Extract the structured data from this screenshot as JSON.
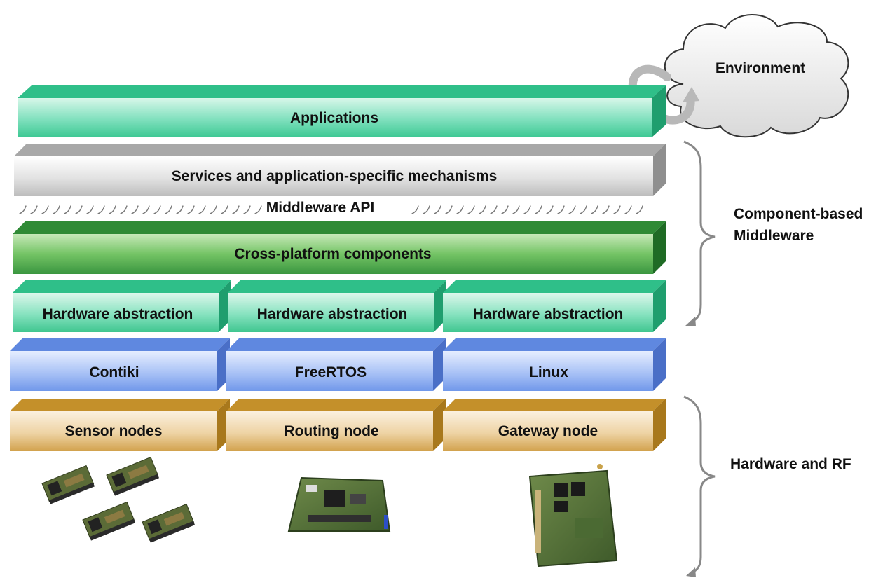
{
  "environment": {
    "label": "Environment"
  },
  "layers": {
    "applications": "Applications",
    "services": "Services and application-specific mechanisms",
    "middleware_api": "Middleware API",
    "cross_platform": "Cross-platform components",
    "hardware_abstraction": [
      "Hardware abstraction",
      "Hardware abstraction",
      "Hardware abstraction"
    ],
    "os": [
      "Contiki",
      "FreeRTOS",
      "Linux"
    ],
    "nodes": [
      "Sensor nodes",
      "Routing node",
      "Gateway node"
    ]
  },
  "side_labels": {
    "middleware": [
      "Component-based",
      "Middleware"
    ],
    "hardware": "Hardware and RF"
  },
  "colors": {
    "applications": "#3fcf9c",
    "services": "#c8c8c8",
    "cross_platform": "#3d9a3c",
    "hardware_abstraction": "#47cc96",
    "os": "#7ea4ee",
    "nodes": "#d6a83a"
  }
}
